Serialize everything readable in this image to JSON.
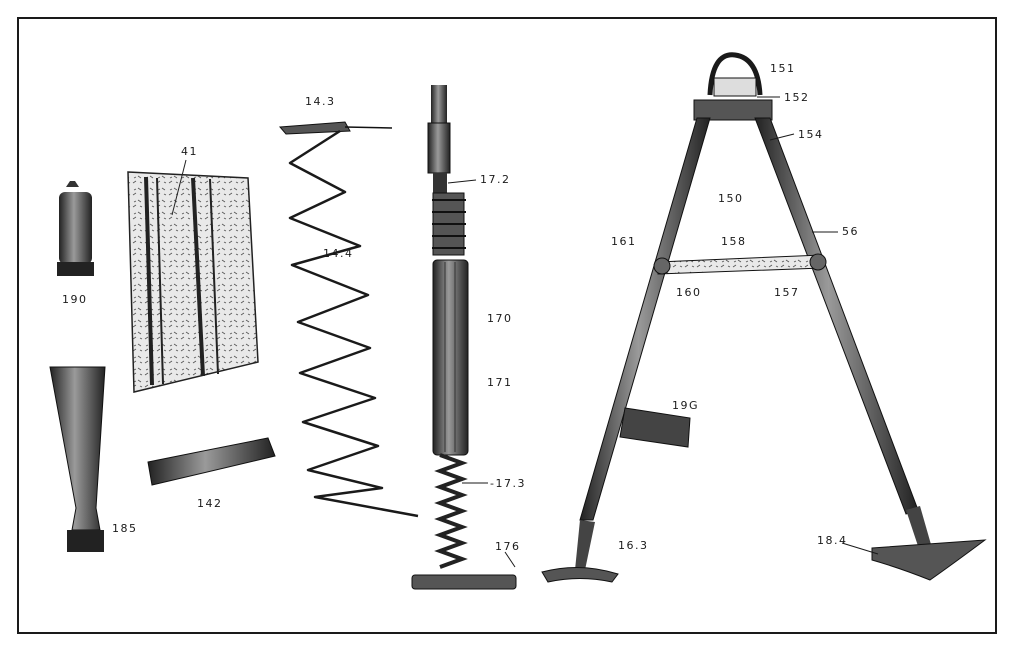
{
  "colors": {
    "ink": "#1a1a1a",
    "paper": "#ffffff",
    "metal": "#4a4a4a"
  },
  "labels": {
    "l190": "190",
    "l185": "185",
    "l41": "41",
    "l142": "142",
    "l143": "14.3",
    "l144": "14.4",
    "l172": "17.2",
    "l170": "170",
    "l171": "171",
    "l173": "-17.3",
    "l176": "176",
    "l151": "151",
    "l152": "152",
    "l154": "154",
    "l150": "150",
    "l158": "158",
    "l56": "56",
    "l161": "161",
    "l160": "160",
    "l157": "157",
    "l196": "19G",
    "l163": "16.3",
    "l184": "18.4"
  }
}
